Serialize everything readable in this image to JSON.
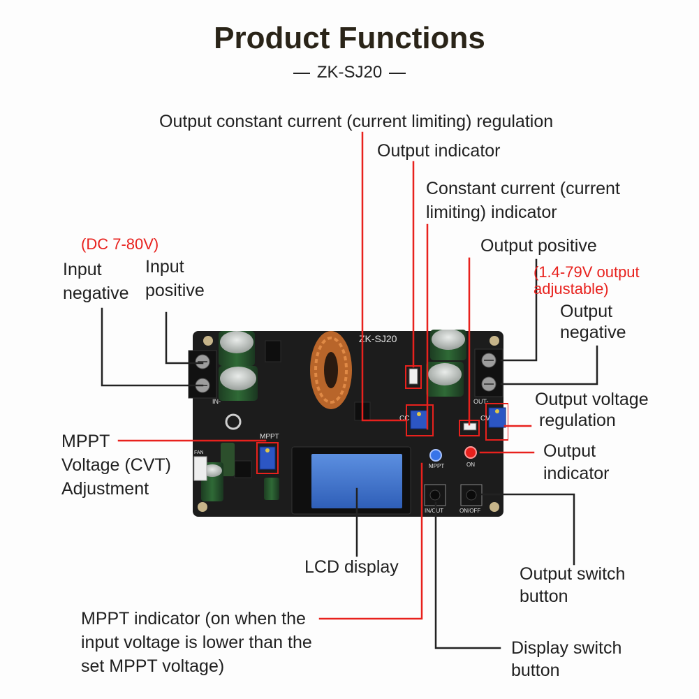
{
  "header": {
    "title": "Product Functions",
    "subtitle": "ZK-SJ20"
  },
  "board": {
    "model_silk": "ZK-SJ20",
    "silk_mppt": "MPPT",
    "silk_in": "IN-",
    "silk_out": "OUT-",
    "silk_cc": "CC",
    "silk_cv": "CV",
    "silk_mppt_led": "MPPT",
    "silk_on_led": "ON",
    "silk_btn_inout": "IN/OUT",
    "silk_btn_onoff": "ON/OFF",
    "silk_fan": "FAN"
  },
  "labels": {
    "cc_regulation": "Output constant current (current limiting) regulation",
    "output_indicator_top": "Output indicator",
    "cc_indicator_1": "Constant current (current",
    "cc_indicator_2": "limiting) indicator",
    "output_positive": "Output positive",
    "output_range_1": "(1.4-79V output",
    "output_range_2": "adjustable)",
    "output_negative_1": "Output",
    "output_negative_2": "negative",
    "input_range": "(DC 7-80V)",
    "input_negative_1": "Input",
    "input_negative_2": "negative",
    "input_positive_1": "Input",
    "input_positive_2": "positive",
    "output_voltage_reg_1": "Output voltage",
    "output_voltage_reg_2": "regulation",
    "mppt_adj_1": "MPPT",
    "mppt_adj_2": "Voltage (CVT)",
    "mppt_adj_3": "Adjustment",
    "output_indicator_right_1": "Output",
    "output_indicator_right_2": "indicator",
    "lcd_display": "LCD display",
    "output_switch_1": "Output switch",
    "output_switch_2": "button",
    "mppt_indicator_1": "MPPT indicator (on when the",
    "mppt_indicator_2": "input voltage is lower than the",
    "mppt_indicator_3": "set MPPT voltage)",
    "display_switch_1": "Display switch",
    "display_switch_2": "button"
  },
  "colors": {
    "accent_red": "#e8211d",
    "pcb": "#1c1c1c",
    "lcd_blue": "#3f72c9",
    "trimmer_blue": "#2c56c4"
  }
}
